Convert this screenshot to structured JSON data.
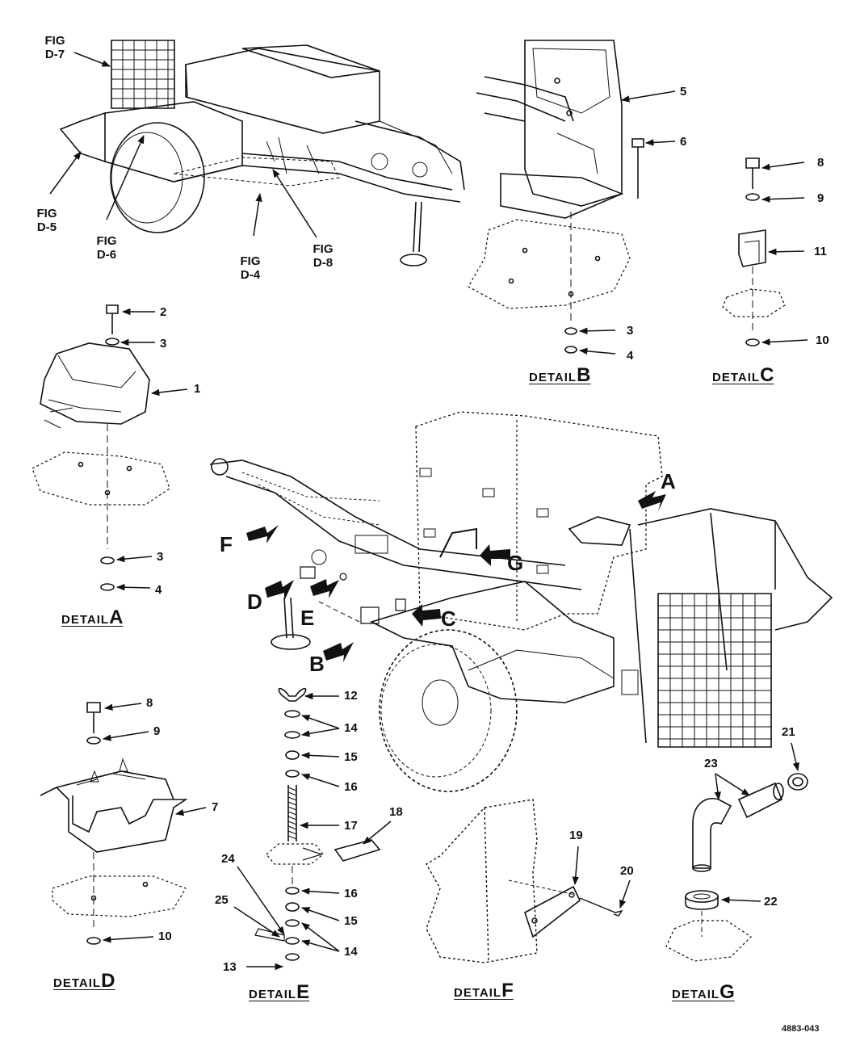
{
  "figure_refs": [
    {
      "line1": "FIG",
      "line2": "D-7"
    },
    {
      "line1": "FIG",
      "line2": "D-5"
    },
    {
      "line1": "FIG",
      "line2": "D-6"
    },
    {
      "line1": "FIG",
      "line2": "D-4"
    },
    {
      "line1": "FIG",
      "line2": "D-8"
    }
  ],
  "callouts": {
    "a2": "2",
    "a3": "3",
    "a1": "1",
    "a3b": "3",
    "a4": "4",
    "b5": "5",
    "b6": "6",
    "b3": "3",
    "b4": "4",
    "c8": "8",
    "c9": "9",
    "c11": "11",
    "c10": "10",
    "d8": "8",
    "d9": "9",
    "d7": "7",
    "d10": "10",
    "e12": "12",
    "e14": "14",
    "e15": "15",
    "e16": "16",
    "e17": "17",
    "e18": "18",
    "e24": "24",
    "e25": "25",
    "e16b": "16",
    "e15b": "15",
    "e14b": "14",
    "e13": "13",
    "f19": "19",
    "f20": "20",
    "g21": "21",
    "g23": "23",
    "g22": "22"
  },
  "detail_pointers": {
    "A": "A",
    "B": "B",
    "C": "C",
    "D": "D",
    "E": "E",
    "F": "F",
    "G": "G"
  },
  "detail_titles": {
    "A": {
      "word": "DETAIL",
      "letter": "A"
    },
    "B": {
      "word": "DETAIL",
      "letter": "B"
    },
    "C": {
      "word": "DETAIL",
      "letter": "C"
    },
    "D": {
      "word": "DETAIL",
      "letter": "D"
    },
    "E": {
      "word": "DETAIL",
      "letter": "E"
    },
    "F": {
      "word": "DETAIL",
      "letter": "F"
    },
    "G": {
      "word": "DETAIL",
      "letter": "G"
    }
  },
  "drawing_code": "4883-043",
  "colors": {
    "ink": "#111111",
    "paper": "#ffffff"
  }
}
